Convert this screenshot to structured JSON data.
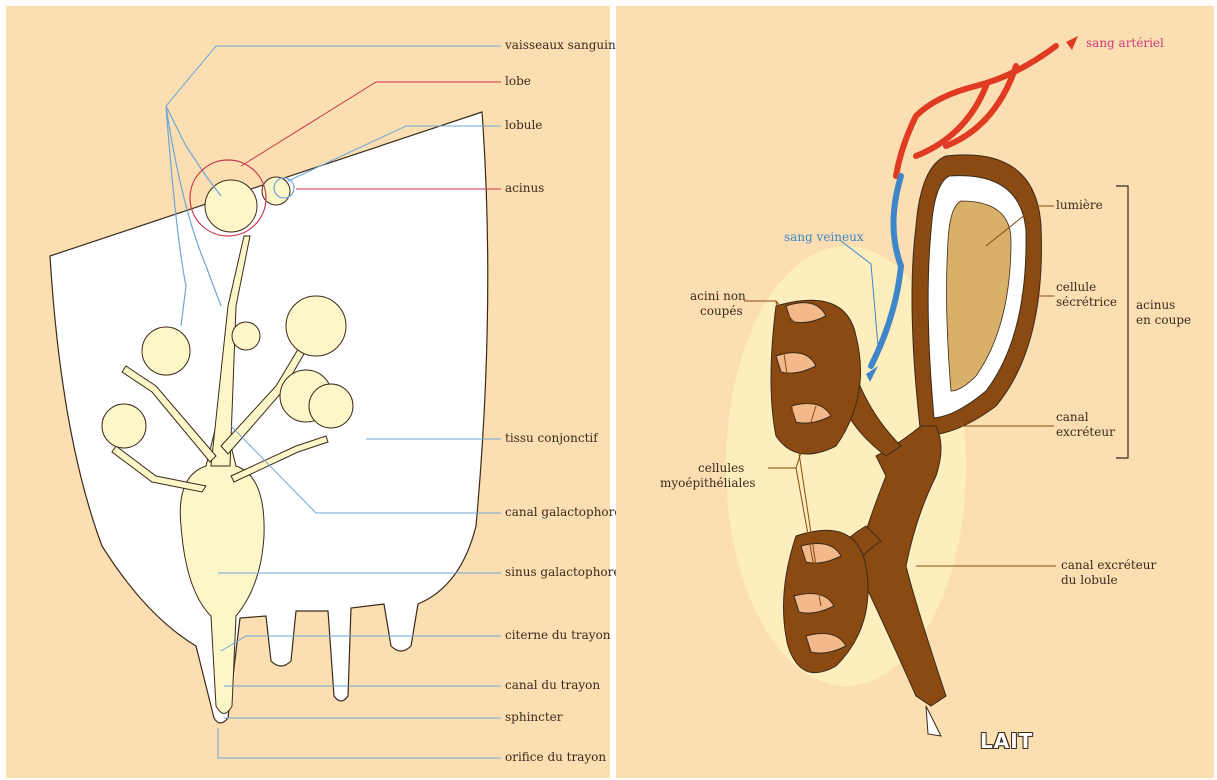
{
  "left_labels": {
    "vaisseaux": "vaisseaux sanguins",
    "lobe": "lobe",
    "lobule": "lobule",
    "acinus": "acinus",
    "tissu": "tissu conjonctif",
    "canal_galacto": "canal galactophore",
    "sinus": "sinus galactophore",
    "citerne": "citerne du trayon",
    "canal_trayon": "canal du trayon",
    "sphincter": "sphincter",
    "orifice": "orifice du trayon"
  },
  "right_labels": {
    "sang_arteriel": "sang artériel",
    "sang_veineux": "sang veineux",
    "lumiere": "lumière",
    "cellule_sec_1": "cellule",
    "cellule_sec_2": "sécrétrice",
    "acinus_coupe_1": "acinus",
    "acinus_coupe_2": "en coupe",
    "acini_1": "acini non",
    "acini_2": "coupés",
    "myo_1": "cellules",
    "myo_2": "myoépithéliales",
    "canal_exc_1": "canal",
    "canal_exc_2": "excréteur",
    "canal_lob_1": "canal excréteur",
    "canal_lob_2": "du lobule",
    "lait": "LAIT"
  },
  "colors": {
    "background": "#fbdfb2",
    "gland": "#fdf6c8",
    "vessel_blue": "#6fa6d6",
    "vessel_red": "#c8354a",
    "duct_brown": "#8a4a12",
    "acinus_light": "#f3b98a",
    "artery": "#e03a22",
    "vein": "#3f86c8"
  }
}
